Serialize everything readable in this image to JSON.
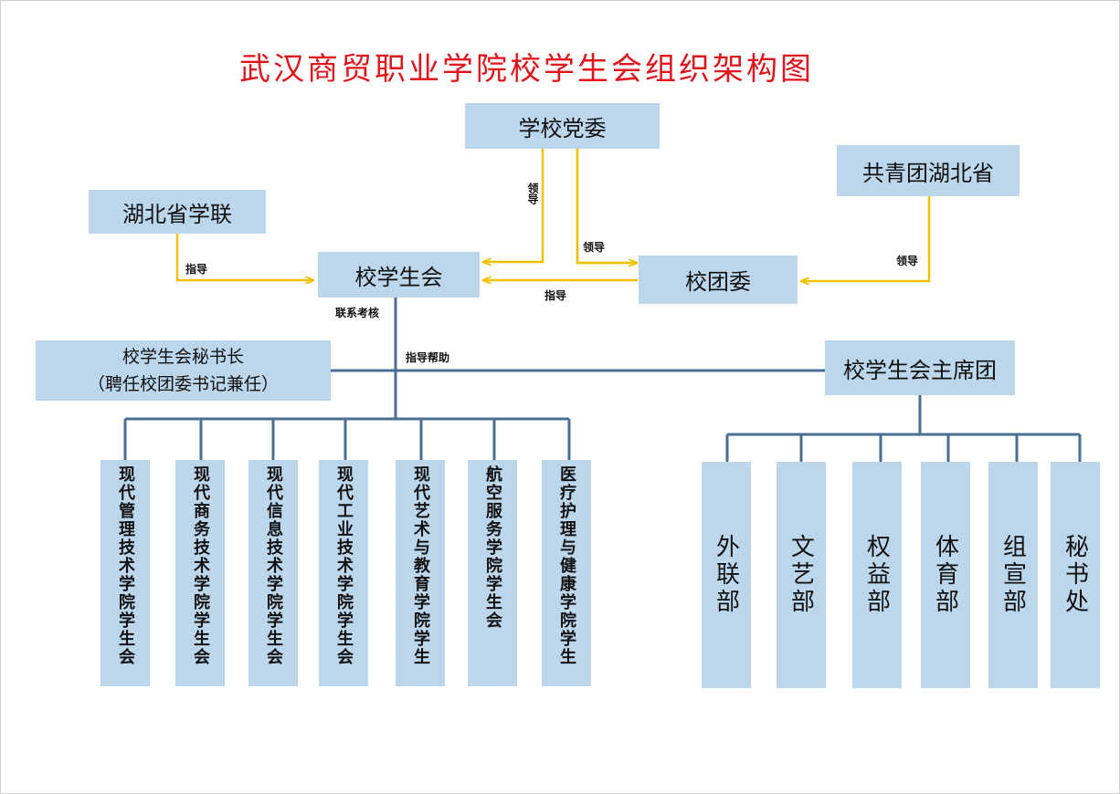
{
  "title": "武汉商贸职业学院校学生会组织架构图",
  "nodes": {
    "party": "学校党委",
    "league_province": "共青团湖北省",
    "student_fed": "湖北省学联",
    "student_union": "校学生会",
    "youth_league": "校团委",
    "secretary_line1": "校学生会秘书长",
    "secretary_line2": "（聘任校团委书记兼任）",
    "presidium": "校学生会主席团"
  },
  "edge_labels": {
    "lead_1": "领导",
    "lead_2": "领导",
    "lead_3": "领导",
    "guide_1": "指导",
    "guide_2": "指导",
    "liaison": "联系考核",
    "guide_help": "指导帮助"
  },
  "colleges": [
    "现代管理技术学院学生会",
    "现代商务技术学院学生会",
    "现代信息技术学院学生会",
    "现代工业技术学院学生会",
    "现代艺术与教育学院学生",
    "航空服务学院学生会",
    "医疗护理与健康学院学生"
  ],
  "departments": [
    "外联部",
    "文艺部",
    "权益部",
    "体育部",
    "组宣部",
    "秘书处"
  ],
  "colors": {
    "title": "#e0141a",
    "box": "#bcd6ec",
    "yellow_line": "#f2c000",
    "blue_line": "#4a6f93"
  }
}
